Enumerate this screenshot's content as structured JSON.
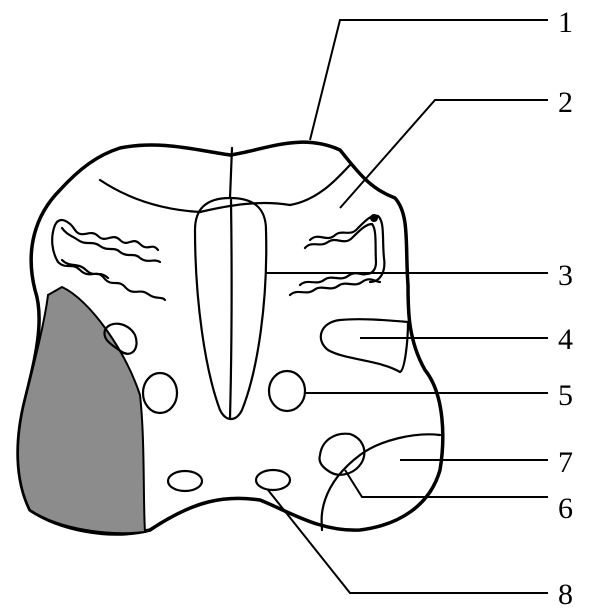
{
  "diagram": {
    "labels": [
      {
        "id": "1",
        "text": "1"
      },
      {
        "id": "2",
        "text": "2"
      },
      {
        "id": "3",
        "text": "3"
      },
      {
        "id": "4",
        "text": "4"
      },
      {
        "id": "5",
        "text": "5"
      },
      {
        "id": "6",
        "text": "6"
      },
      {
        "id": "7",
        "text": "7"
      },
      {
        "id": "8",
        "text": "8"
      }
    ],
    "colors": {
      "line": "#000000",
      "shaded_region": "#8c8c8c",
      "background": "#ffffff"
    }
  }
}
